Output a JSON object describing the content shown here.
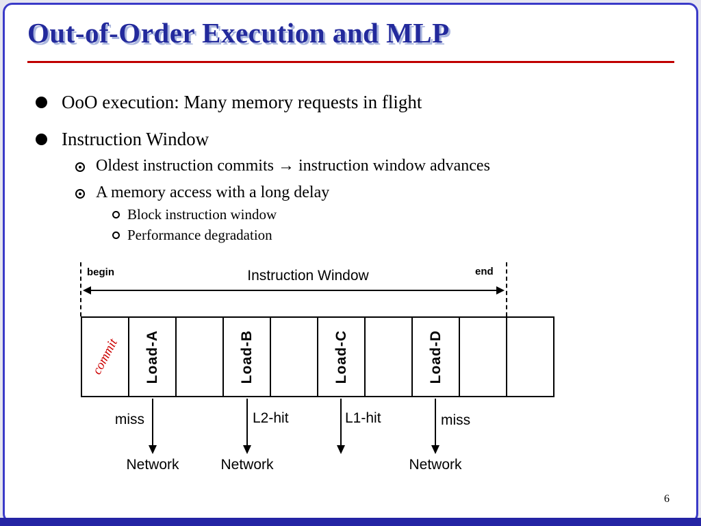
{
  "slide": {
    "title": "Out-of-Order Execution and MLP",
    "page_number": "6",
    "colors": {
      "title": "#232a9c",
      "title_shadow": "#aab6de",
      "divider": "#c00000",
      "border": "#3a3ac8",
      "commit": "#cc0000"
    }
  },
  "bullets": {
    "b1": "OoO execution: Many memory requests in flight",
    "b2": "Instruction Window",
    "b2_sub1": "Oldest instruction commits → instruction window advances",
    "b2_sub2": "A memory access with a long delay",
    "b2_sub2_1": "Block instruction window",
    "b2_sub2_2": "Performance degradation"
  },
  "diagram": {
    "begin_label": "begin",
    "end_label": "end",
    "window_label": "Instruction Window",
    "commit_label": "commit",
    "cells": [
      "",
      "Load-A",
      "",
      "Load-B",
      "",
      "Load-C",
      "",
      "Load-D",
      "",
      ""
    ],
    "results": [
      "miss",
      "L2-hit",
      "L1-hit",
      "miss"
    ],
    "network_labels": [
      "Network",
      "Network",
      "Network"
    ]
  }
}
